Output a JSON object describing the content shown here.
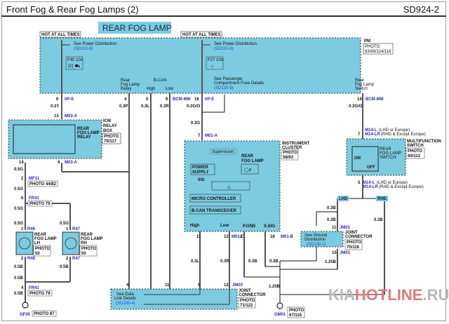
{
  "header": {
    "title": "Front Fog & Rear Fog Lamps (2)",
    "code": "SD924-2"
  },
  "section_title": "REAR FOG LAMP",
  "colors": {
    "module_fill": "#7ccbe0",
    "wire": "#555555",
    "connector_text": "#2a2aa8",
    "link_text": "#1a4fd0",
    "watermark_gray": "#b8b8b8",
    "watermark_red": "#e07a7a"
  },
  "pm": {
    "hot_left": "HOT AT ALL TIMES",
    "hot_right": "HOT AT ALL TIMES",
    "see_power_left": "See Power Distribution",
    "see_power_left_ref": "(SD110-8)",
    "see_power_right": "See Power Distribution",
    "see_power_right_ref": "(SD110-8)",
    "fuse_left": "F40 10A",
    "fuse_right": "F27 10A",
    "label": "PM",
    "photo": "PHOTO",
    "photo_num": "63/89/114/116",
    "rear_fog_relay": [
      "Rear",
      "Fog Lamp",
      "Relay"
    ],
    "bcan": "B-CAN",
    "high": "High",
    "low": "Low",
    "see_passenger": "See Passenger",
    "compartment_fuse": "Compartment Fuse Details",
    "passenger_ref": "(SD120-9)",
    "rear_fog_switch": [
      "Rear",
      "Fog Lamp",
      "Switch"
    ]
  },
  "pins": {
    "p6": "6",
    "ipe1": "I/P-E",
    "p4": "4",
    "p5": "5",
    "p6b": "6",
    "bcm1": "BCM-MM",
    "p16": "16",
    "ipe2": "I/P-E",
    "p14": "14",
    "bcm2": "BCM-MM",
    "p13": "13",
    "m03a1": "M03-A",
    "p14b": "14",
    "p4b": "4",
    "m03a2": "M03-A",
    "p7": "7",
    "m01a": "M01-A",
    "p2": "2",
    "mf11": "MF11",
    "p6c": "6",
    "fr41": "FR41",
    "p1a": "1",
    "r46a": "R46",
    "p1b": "1",
    "r47a": "R47",
    "p2a": "2",
    "r46b": "R46",
    "p2b": "2",
    "r47b": "R47",
    "p4c": "4",
    "fr41b": "FR41",
    "gf05": "GF05",
    "p11": "11",
    "p12": "12",
    "m01c": "M01-C",
    "p2c": "2",
    "p16b": "16",
    "m01b": "M01-B",
    "p7b": "7",
    "m14l_top": "M14-L",
    "m14l_top_note": "(LHD or Europe)",
    "m14lr_top": "M14-LR",
    "m14lr_top_note": "(RHD & Except Europe)",
    "p5b": "5",
    "m14l_bot": "M14-L",
    "m14l_bot_note": "(LHD or Europe)",
    "m14lr_bot": "M14-LR",
    "m14lr_bot_note": "(RHD & Except Europe)",
    "p11b": "11",
    "jm01a": "JM01",
    "p15": "15",
    "jm01b": "JM01",
    "p4d": "4",
    "p11c": "11",
    "p5c": "5",
    "p12b": "12",
    "jm03": "JM03",
    "gm01": "GM01"
  },
  "wires": {
    "w03y": "0.3Y",
    "w03p": "0.3P",
    "w03l": "0.3L",
    "w03r": "0.3R",
    "w03go": "0.3G/O",
    "w03g": "0.3G",
    "w03go2": "0.3G/O",
    "w05g_a": "0.5G",
    "w05g_b": "0.5G",
    "w05g_c": "0.5G",
    "w05g_d": "0.5G",
    "w05g_e": "0.5G",
    "w05b_a": "0.5B",
    "w05b_b": "0.5B",
    "w05b_c": "0.5B",
    "w05b_d": "0.5B",
    "w03l_b": "0.3L",
    "w03r_b": "0.3R",
    "w03b_a": "0.3B",
    "w03b_b": "0.3B",
    "w03b_c": "0.3B",
    "w03b_d": "0.3B",
    "w03b_e": "0.3B",
    "w125b_a": "1.25B",
    "w125b_b": "1.25B"
  },
  "icm": {
    "label": [
      "ICM",
      "RELAY",
      "BOX"
    ],
    "photo": "PHOTO",
    "photo_num": "70/117",
    "relay": [
      "REAR",
      "FOG LAMP",
      "RELAY"
    ]
  },
  "connectors": {
    "mf11_photo": "PHOTO 44/82",
    "fr41_photo": "PHOTO 79",
    "fr41b_photo": "PHOTO 79",
    "gf05_photo": "PHOTO 87"
  },
  "lamps": {
    "lh": [
      "REAR",
      "FOG LAMP",
      "LH"
    ],
    "lh_photo": "PHOTO",
    "lh_num": "50",
    "rh": [
      "REAR",
      "FOG LAMP",
      "RH"
    ],
    "rh_photo": "PHOTO",
    "rh_num": "50"
  },
  "cluster": {
    "label": [
      "INSTRUMENT",
      "CLUSTER"
    ],
    "photo": "PHOTO",
    "photo_num": "58/93",
    "supervision": "Supervision",
    "power_supply": [
      "POWER",
      "SUPPLY"
    ],
    "rear_fog": [
      "REAR",
      "FOG LAMP"
    ],
    "svg_label": "5/G",
    "micro": "MICRO CONTROLLER",
    "bcan_tx": "B-CAN TRANSCEIVER",
    "high": "High",
    "low": "Low",
    "pgnd": "P.GND",
    "ssig": "S.SIG"
  },
  "mfs": {
    "label": [
      "MULTIFUNCTION",
      "SWITCH"
    ],
    "photo": "PHOTO",
    "photo_num": "60/113",
    "switch": [
      "REAR",
      "FOG LAMP",
      "SWITCH"
    ],
    "on": "ON",
    "off": "OFF"
  },
  "lhd": "LHD",
  "rhd": "RHD",
  "ground": {
    "see": "See Ground",
    "dist": "Distribution",
    "ref": "(SD130-1)",
    "joint": [
      "JOINT",
      "CONNECTOR"
    ],
    "photo": "PHOTO",
    "photo_num": "70/116",
    "gm01_photo": "PHOTO",
    "gm01_num": "67/115"
  },
  "datalink": {
    "see": "See Data",
    "link": "Link Details",
    "ref": "(SD200-4)",
    "joint": [
      "JOINT",
      "CONNECTOR"
    ],
    "photo": "PHOTO",
    "photo_num": "71/122"
  },
  "watermark": {
    "part1": "KIA",
    "part2": "HOTLINE",
    "part3": ".RU"
  }
}
